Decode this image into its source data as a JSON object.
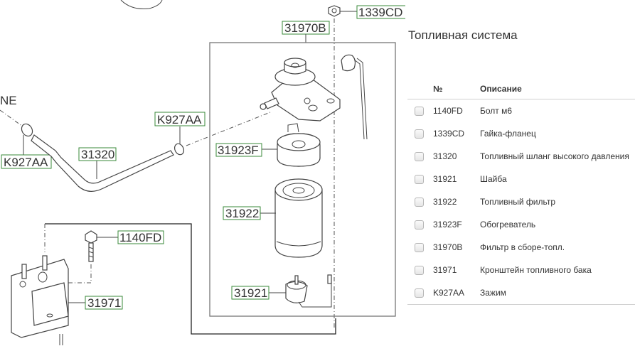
{
  "diagram": {
    "direction_label": "NE",
    "callouts": {
      "c1339cd": "1339CD",
      "c31970b": "31970B",
      "ck927aa_right": "K927AA",
      "ck927aa_left": "K927AA",
      "c31320": "31320",
      "c31923f": "31923F",
      "c31922": "31922",
      "c1140fd": "1140FD",
      "c31971": "31971",
      "c31921": "31921"
    },
    "colors": {
      "callout_border": "#3a8a3a",
      "link": "#2a5a8c"
    }
  },
  "panel": {
    "title": "Топливная система",
    "columns": {
      "number": "№",
      "description": "Описание"
    },
    "rows": [
      {
        "number": "1140FD",
        "description": "Болт м6",
        "checked": false
      },
      {
        "number": "1339CD",
        "description": "Гайка-фланец",
        "checked": false
      },
      {
        "number": "31320",
        "description": "Топливный шланг высокого давления",
        "checked": false
      },
      {
        "number": "31921",
        "description": "Шайба",
        "checked": false
      },
      {
        "number": "31922",
        "description": "Топливный фильтр",
        "checked": false
      },
      {
        "number": "31923F",
        "description": "Обогреватель",
        "checked": false
      },
      {
        "number": "31970B",
        "description": "Фильтр в сборе-топл.",
        "checked": false
      },
      {
        "number": "31971",
        "description": "Кронштейн топливного бака",
        "checked": false
      },
      {
        "number": "K927AA",
        "description": "Зажим",
        "checked": false
      }
    ]
  }
}
